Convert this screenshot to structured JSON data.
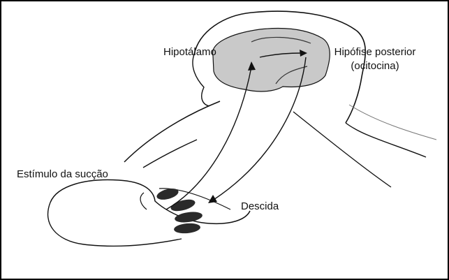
{
  "labels": {
    "hypothalamus": "Hipotálamo",
    "posterior_pituitary": "Hipófise posterior",
    "oxytocin": "(ocitocina)",
    "suckling_stimulus": "Estímulo da sucção",
    "letdown": "Descida"
  },
  "colors": {
    "line": "#111111",
    "brain_fill": "#c9c9c9",
    "gland_fill": "#2a2a2a",
    "frame": "#000000"
  }
}
